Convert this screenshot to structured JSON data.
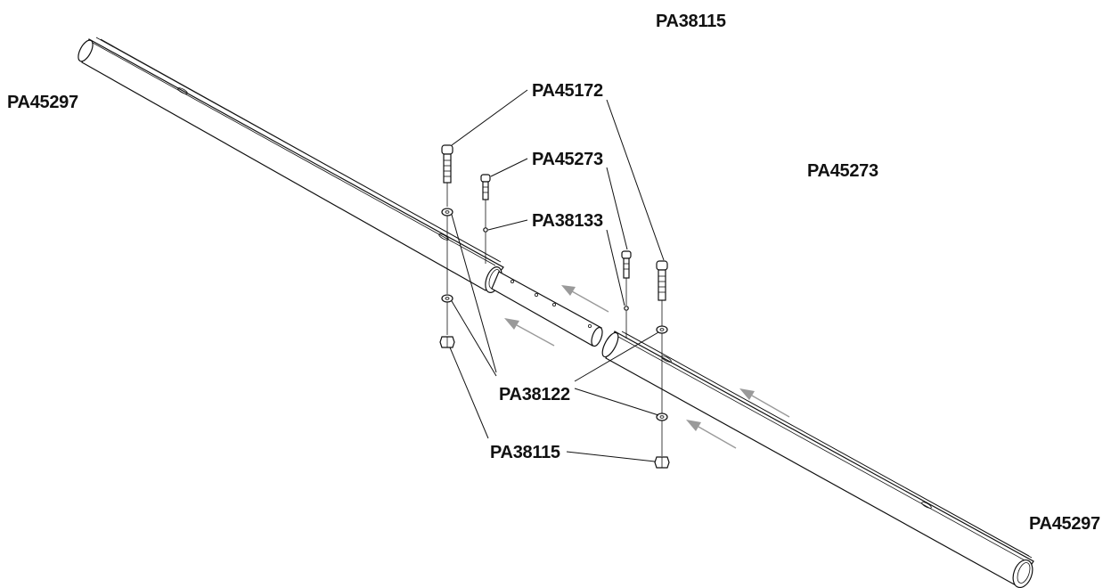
{
  "labels": {
    "top_right_nut": "PA38115",
    "left_tube": "PA45297",
    "long_bolt": "PA45172",
    "short_bolt_a": "PA45273",
    "short_bolt_b": "PA45273",
    "lock_washer": "PA38133",
    "flat_washer": "PA38122",
    "nut": "PA38115",
    "right_tube": "PA45297"
  },
  "colors": {
    "ink": "#111111",
    "arrow": "#9a9a9a",
    "background": "#ffffff"
  }
}
